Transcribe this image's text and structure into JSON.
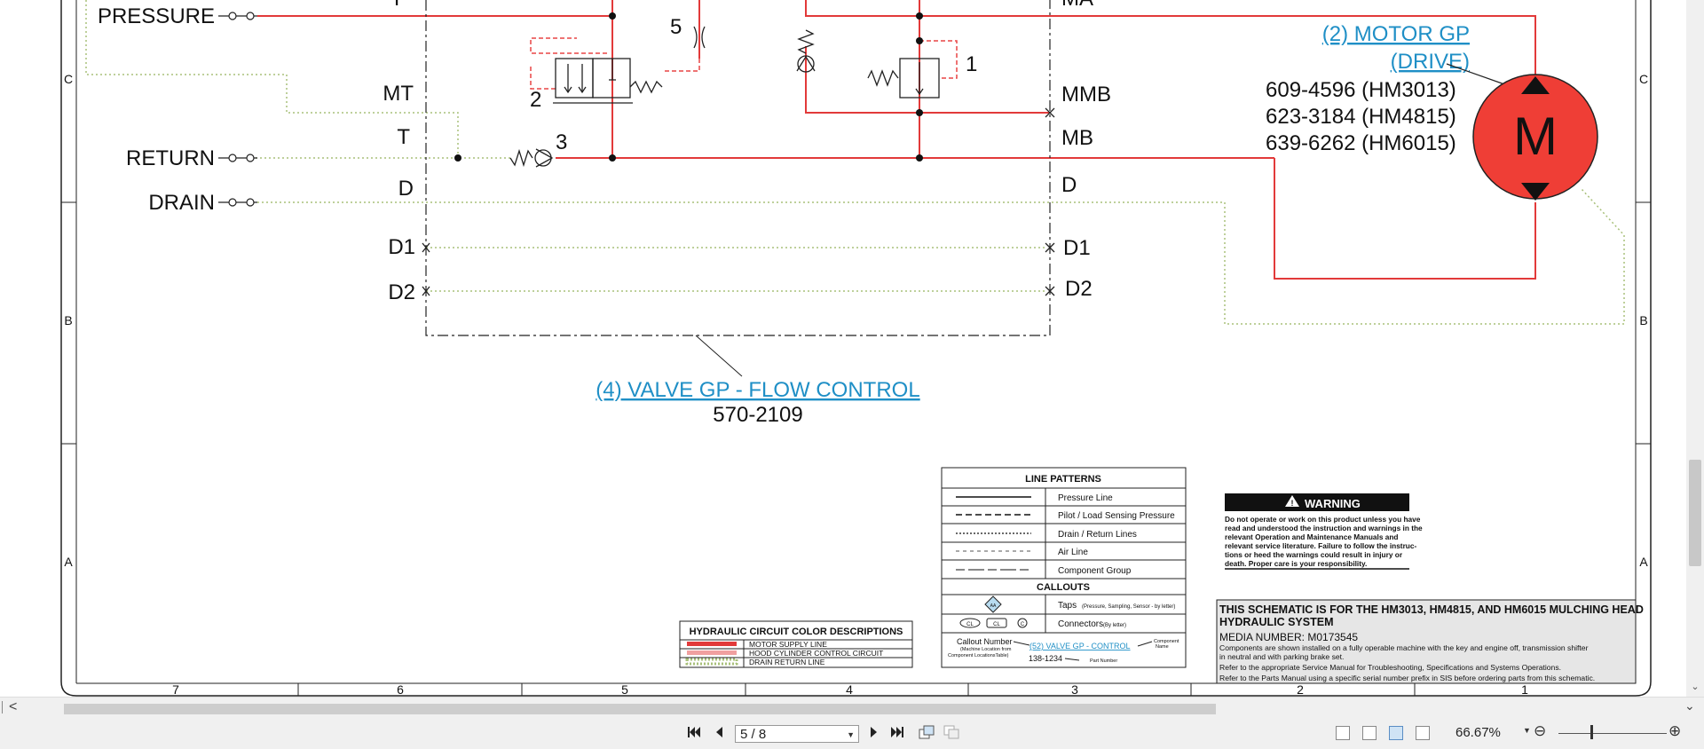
{
  "schematic": {
    "grid_columns": [
      "7",
      "6",
      "5",
      "4",
      "3",
      "2",
      "1"
    ],
    "grid_rows_left": [
      "C",
      "B",
      "A"
    ],
    "grid_rows_right": [
      "C",
      "B",
      "A"
    ],
    "ports": {
      "pressure": "PRESSURE",
      "return": "RETURN",
      "drain": "DRAIN",
      "p": "P",
      "mt": "MT",
      "t": "T",
      "d_left": "D",
      "d1_left": "D1",
      "d2_left": "D2",
      "ma": "MA",
      "mmb": "MMB",
      "mb": "MB",
      "d_right": "D",
      "d1_right": "D1",
      "d2_right": "D2"
    },
    "callout_numbers": {
      "one": "1",
      "two": "2",
      "three": "3",
      "five": "5"
    },
    "motor": {
      "title_line1": "(2) MOTOR GP",
      "title_line2": "(DRIVE)",
      "part_numbers": [
        "609-4596 (HM3013)",
        "623-3184 (HM4815)",
        "639-6262 (HM6015)"
      ],
      "symbol_letter": "M",
      "color": "#ef3e36"
    },
    "valve": {
      "title": "(4) VALVE GP - FLOW CONTROL",
      "part_number": "570-2109"
    },
    "colors": {
      "supply_line": "#e23a3a",
      "pilot_line": "#e84545",
      "drain_line": "#a8c07a",
      "link": "#1f8fc6"
    },
    "line_patterns": {
      "title": "LINE PATTERNS",
      "rows": [
        "Pressure Line",
        "Pilot / Load Sensing Pressure",
        "Drain / Return Lines",
        "Air Line",
        "Component Group"
      ],
      "callouts_title": "CALLOUTS",
      "taps_label": "Taps",
      "taps_note": "(Pressure, Sampling, Sensor - by letter)",
      "taps_symbol": "AA",
      "connectors_label": "Connectors",
      "connectors_note": "(By letter)",
      "connector_symbols": [
        "CL",
        "CL",
        "C"
      ],
      "callout_number_label": "Callout Number",
      "callout_number_note1": "(Machine Location from",
      "callout_number_note2": "Component LocationsTable)",
      "example_link": "(52) VALVE GP - CONTROL",
      "component_name_label1": "Component",
      "component_name_label2": "Name",
      "example_part": "138-1234",
      "part_number_label": "Part Number"
    },
    "color_desc": {
      "title": "HYDRAULIC CIRCUIT COLOR DESCRIPTIONS",
      "items": [
        "MOTOR SUPPLY LINE",
        "HOOD CYLINDER CONTROL CIRCUIT",
        "DRAIN RETURN LINE"
      ],
      "colors": [
        "#e23a3a",
        "#f0a0a0",
        "#a8c07a"
      ]
    },
    "warning": {
      "title": "WARNING",
      "lines": [
        "Do not operate or work on this product unless you have",
        "read and understood the instruction and warnings in the",
        "relevant Operation and Maintenance Manuals and",
        "relevant service literature. Failure to follow the instruc-",
        "tions or heed the warnings could result in injury or",
        "death. Proper care is your responsibility."
      ]
    },
    "title_block": {
      "line1": "THIS SCHEMATIC IS FOR THE HM3013, HM4815, AND HM6015 MULCHING HEAD",
      "line2": "HYDRAULIC SYSTEM",
      "media": "MEDIA NUMBER: M0173545",
      "note1": "Components are shown installed on a fully operable machine with the key and engine off, transmission shifter",
      "note2": "in neutral and with parking brake set.",
      "note3": "Refer to the appropriate Service Manual for Troubleshooting, Specifications and Systems Operations.",
      "note4": "Refer to the Parts Manual using a specific serial number prefix in SIS before ordering parts from this schematic."
    }
  },
  "toolbar": {
    "first_icon": "first-page-icon",
    "prev_icon": "previous-page-icon",
    "page_value": "5 / 8",
    "next_icon": "next-page-icon",
    "last_icon": "last-page-icon",
    "zoom_value": "66.67%",
    "zoom_minus": "⊖",
    "zoom_plus": "⊕"
  },
  "hscroll": {
    "left_arrow": "<",
    "right_arrow": "⌄"
  }
}
